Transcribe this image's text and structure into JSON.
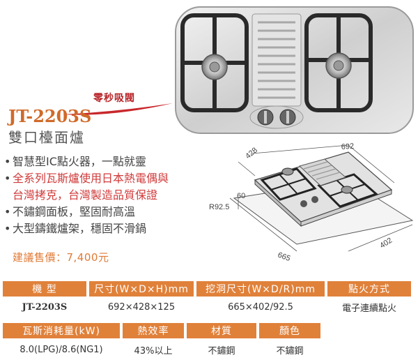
{
  "header": {
    "badge": "零秒吸閥",
    "model": "JT-2203S",
    "subtitle": "雙口檯面爐"
  },
  "features": [
    {
      "text": "智慧型IC點火器，一點就靈",
      "bullet": true,
      "highlight": false
    },
    {
      "text": "全系列瓦斯爐使用日本熱電偶與",
      "bullet": true,
      "highlight": true
    },
    {
      "text": "台灣拷克，台灣製造品質保證",
      "bullet": false,
      "highlight": true
    },
    {
      "text": "不鏽鋼面板，堅固耐高溫",
      "bullet": true,
      "highlight": false
    },
    {
      "text": "大型鑄鐵爐架，穩固不滑鍋",
      "bullet": true,
      "highlight": false
    }
  ],
  "price": "建議售價：7,400元",
  "diagram": {
    "width_label": "692",
    "depth_label": "428",
    "height_label": "60",
    "radius_label": "R92.5",
    "cut_width_label": "665",
    "cut_depth_label": "402"
  },
  "spec_table": {
    "row1_headers": [
      "機 型",
      "尺寸(W×D×H)mm",
      "挖洞尺寸(W×D/R)mm",
      "點火方式"
    ],
    "row1_values": [
      "JT-2203S",
      "692×428×125",
      "665×402/92.5",
      "電子連續點火"
    ],
    "row2_headers": [
      "瓦斯消耗量(kW)",
      "熱效率",
      "材質",
      "顏色"
    ],
    "row2_values": [
      "8.0(LPG)/8.6(NG1)",
      "43%以上",
      "不鏽鋼",
      "不鏽鋼"
    ]
  },
  "colors": {
    "accent": "#e0813a",
    "red": "#d03a3a",
    "badge": "#b8262a"
  }
}
